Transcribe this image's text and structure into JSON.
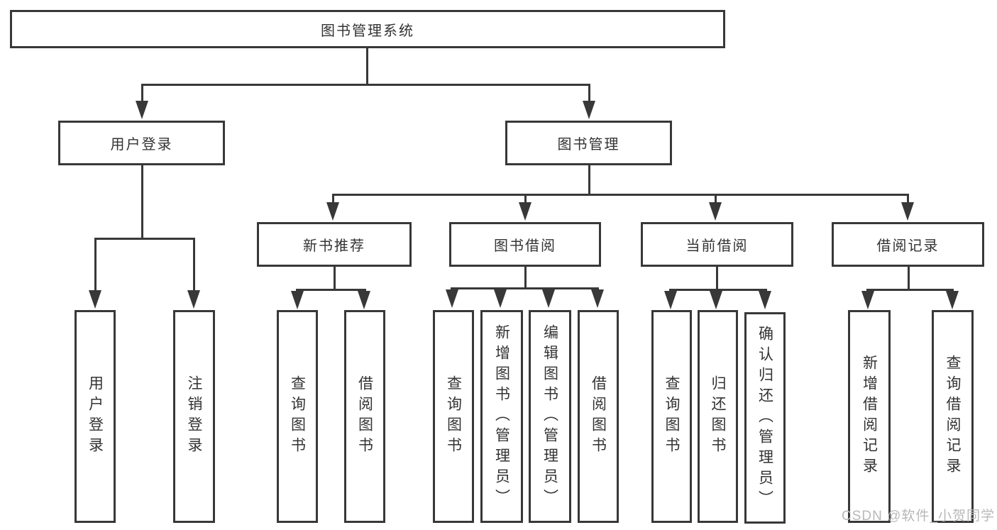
{
  "tree": {
    "label": "图书管理系统",
    "children": [
      {
        "label": "用户登录",
        "children": [
          {
            "label": "用户登录"
          },
          {
            "label": "注销登录"
          }
        ]
      },
      {
        "label": "图书管理",
        "children": [
          {
            "label": "新书推荐",
            "children": [
              {
                "label": "查询图书"
              },
              {
                "label": "借阅图书"
              }
            ]
          },
          {
            "label": "图书借阅",
            "children": [
              {
                "label": "查询图书"
              },
              {
                "label": "新增图书（管理员）"
              },
              {
                "label": "编辑图书（管理员）"
              },
              {
                "label": "借阅图书"
              }
            ]
          },
          {
            "label": "当前借阅",
            "children": [
              {
                "label": "查询图书"
              },
              {
                "label": "归还图书"
              },
              {
                "label": "确认归还（管理员）"
              }
            ]
          },
          {
            "label": "借阅记录",
            "children": [
              {
                "label": "新增借阅记录"
              },
              {
                "label": "查询借阅记录"
              }
            ]
          }
        ]
      }
    ]
  },
  "watermark": {
    "text": "CSDN @软件_小贺同学"
  },
  "colors": {
    "line": "#383838",
    "text": "#333333",
    "watermark": "#b8b8b8",
    "background": "#ffffff"
  }
}
